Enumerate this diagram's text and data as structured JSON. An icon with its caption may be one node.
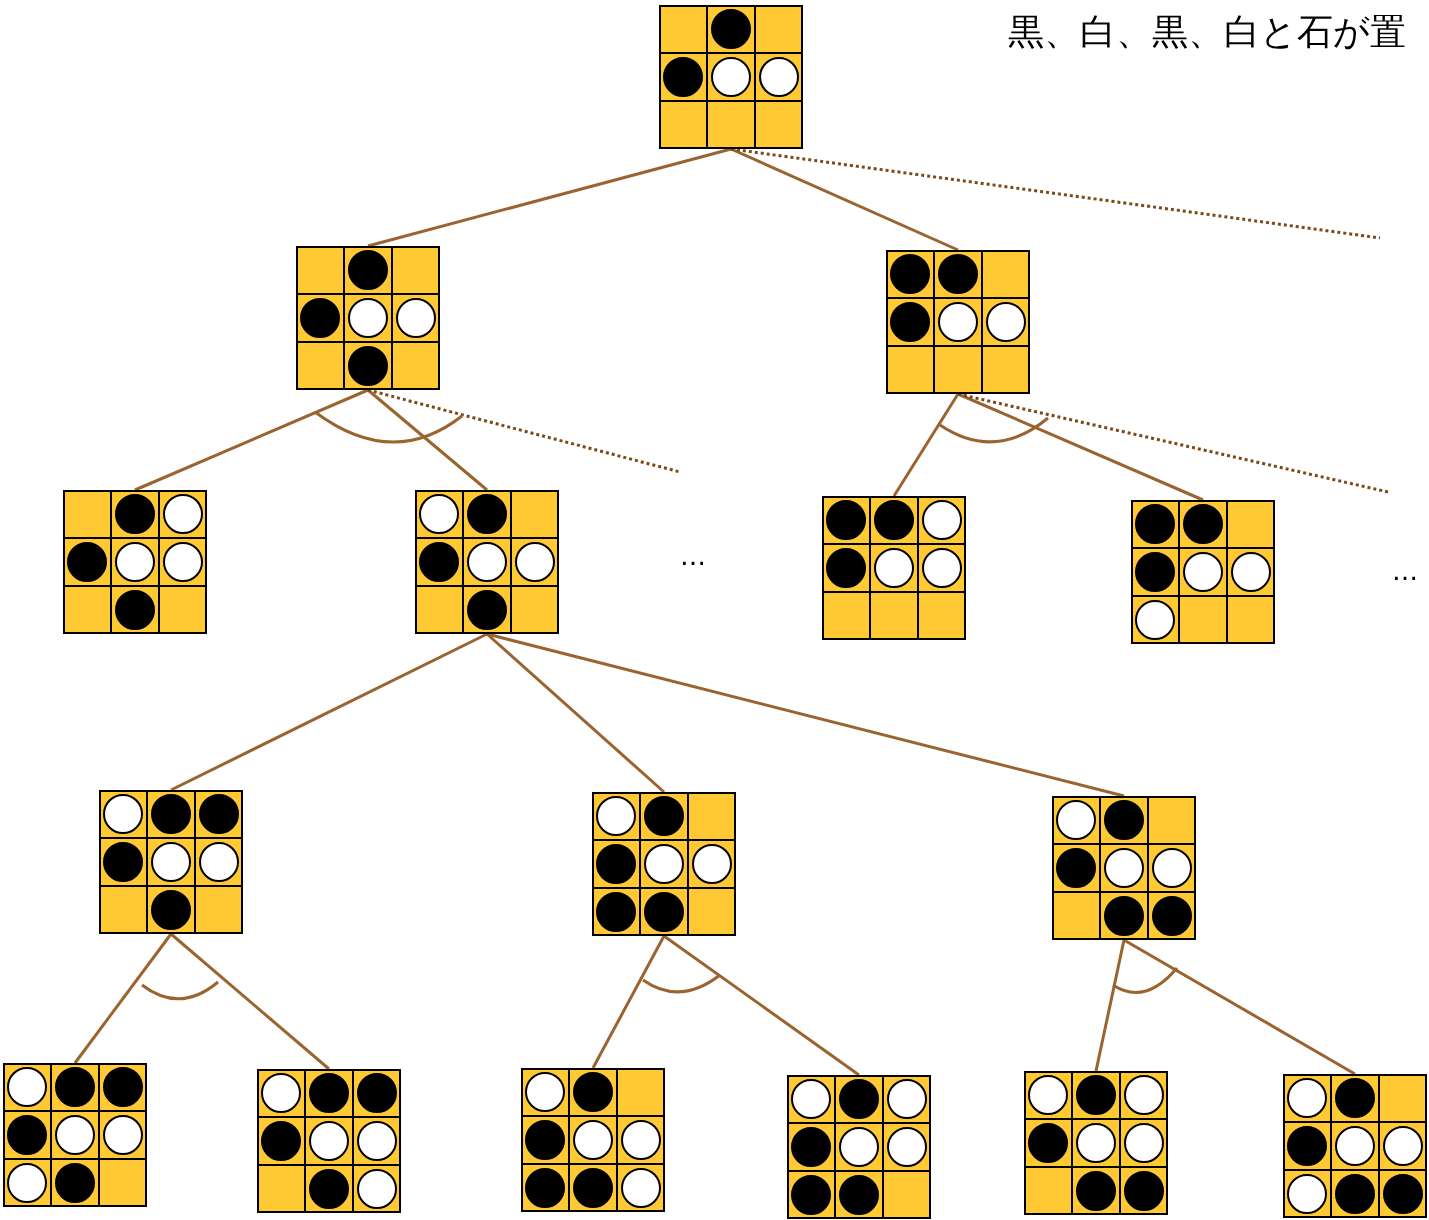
{
  "diagram": {
    "nodes": [
      {
        "text": [],
        "shape": "grid"
      },
      {
        "text": [],
        "shape": "grid"
      },
      {
        "text": [],
        "shape": "grid"
      },
      {
        "text": [],
        "shape": "grid"
      },
      {
        "text": [],
        "shape": "grid"
      },
      {
        "text": [],
        "shape": "grid"
      },
      {
        "text": [],
        "shape": "grid"
      },
      {
        "text": [],
        "shape": "grid"
      },
      {
        "text": [],
        "shape": "grid"
      },
      {
        "text": [],
        "shape": "grid"
      },
      {
        "text": [],
        "shape": "grid"
      },
      {
        "text": [],
        "shape": "grid"
      },
      {
        "text": [],
        "shape": "grid"
      },
      {
        "text": [],
        "shape": "grid"
      },
      {
        "text": [],
        "shape": "grid"
      },
      {
        "text": [],
        "shape": "grid"
      }
    ],
    "edges": [
      {
        "from": 0,
        "to": 1,
        "arrow": "none"
      },
      {
        "from": 0,
        "to": 2,
        "arrow": "none"
      },
      {
        "from": 0,
        "to": null,
        "arrow": "none",
        "style": "dashed",
        "color": "#7a4a1a"
      },
      {
        "from": 1,
        "to": 3,
        "arrow": "none"
      },
      {
        "from": 1,
        "to": 4,
        "arrow": "none"
      },
      {
        "from": 1,
        "to": null,
        "arrow": "none",
        "style": "dashed",
        "color": "#7a4a1a"
      },
      {
        "from": 2,
        "to": 5,
        "arrow": "none"
      },
      {
        "from": 2,
        "to": 6,
        "arrow": "none"
      },
      {
        "from": 2,
        "to": null,
        "arrow": "none",
        "style": "dashed",
        "color": "#7a4a1a"
      },
      {
        "from": 4,
        "to": 7,
        "arrow": "none"
      },
      {
        "from": 4,
        "to": 8,
        "arrow": "none"
      },
      {
        "from": 4,
        "to": 9,
        "arrow": "none"
      },
      {
        "from": 7,
        "to": 10,
        "arrow": "none"
      },
      {
        "from": 7,
        "to": 11,
        "arrow": "none"
      },
      {
        "from": 8,
        "to": 12,
        "arrow": "none"
      },
      {
        "from": 8,
        "to": 13,
        "arrow": "none"
      },
      {
        "from": 9,
        "to": 14,
        "arrow": "none"
      },
      {
        "from": 9,
        "to": 15,
        "arrow": "none"
      }
    ],
    "labels": [
      "黒、白、黒、白と石が置",
      "…",
      "…"
    ]
  }
}
